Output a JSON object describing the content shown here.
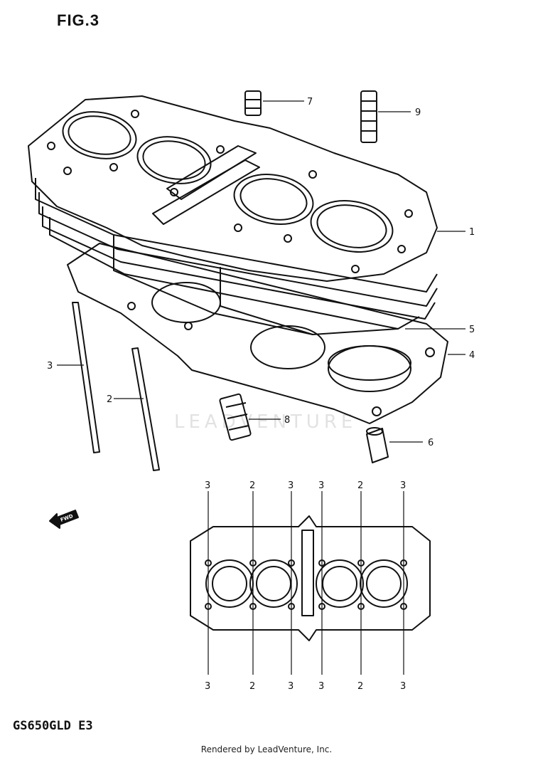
{
  "header": {
    "figure_label": "FIG.3"
  },
  "footer": {
    "model_code": "GS650GLD E3",
    "credit": "Rendered by LeadVenture, Inc."
  },
  "watermark": {
    "text": "LEADVENTURE"
  },
  "callouts": {
    "c1": "1",
    "c2": "2",
    "c3": "3",
    "c4": "4",
    "c5": "5",
    "c6": "6",
    "c7": "7",
    "c8": "8",
    "c9": "9"
  },
  "layout_labels": {
    "top": [
      "3",
      "2",
      "3",
      "3",
      "2",
      "3"
    ],
    "bottom": [
      "3",
      "2",
      "3",
      "3",
      "2",
      "3"
    ]
  },
  "fwd_arrow": "FWD",
  "colors": {
    "line": "#111111",
    "background": "#ffffff",
    "watermark": "#e2e2e2"
  }
}
